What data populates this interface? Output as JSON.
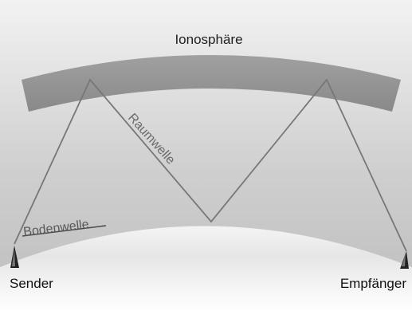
{
  "labels": {
    "ionosphere": "Ionosphäre",
    "sky_wave": "Raumwelle",
    "ground_wave": "Bodenwelle",
    "sender": "Sender",
    "receiver": "Empfänger"
  },
  "colors": {
    "ionosphere_band": "#8c8c8c",
    "wave_line": "#777777",
    "ground_wave_line": "#4a4a4a",
    "antenna": "#222222",
    "text": "#111111"
  }
}
